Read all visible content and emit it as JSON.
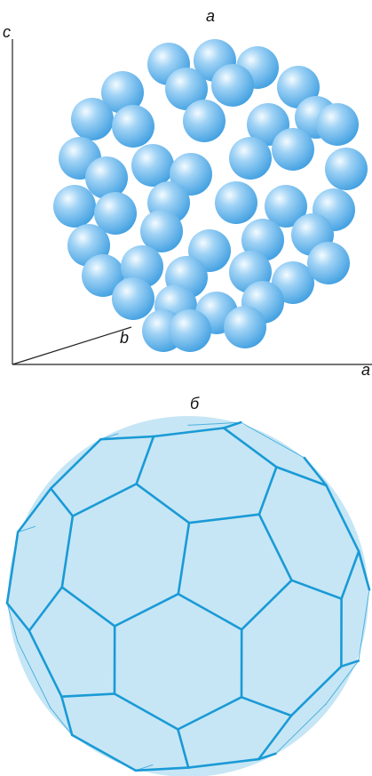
{
  "panel_a": {
    "label": "а",
    "axes": {
      "c": "c",
      "b": "b",
      "a": "a"
    },
    "atom_color": "#4aa8e8"
  },
  "panel_b": {
    "label": "б",
    "edge_color": "#1a9ad6",
    "face_color": "#c6e6f5"
  }
}
